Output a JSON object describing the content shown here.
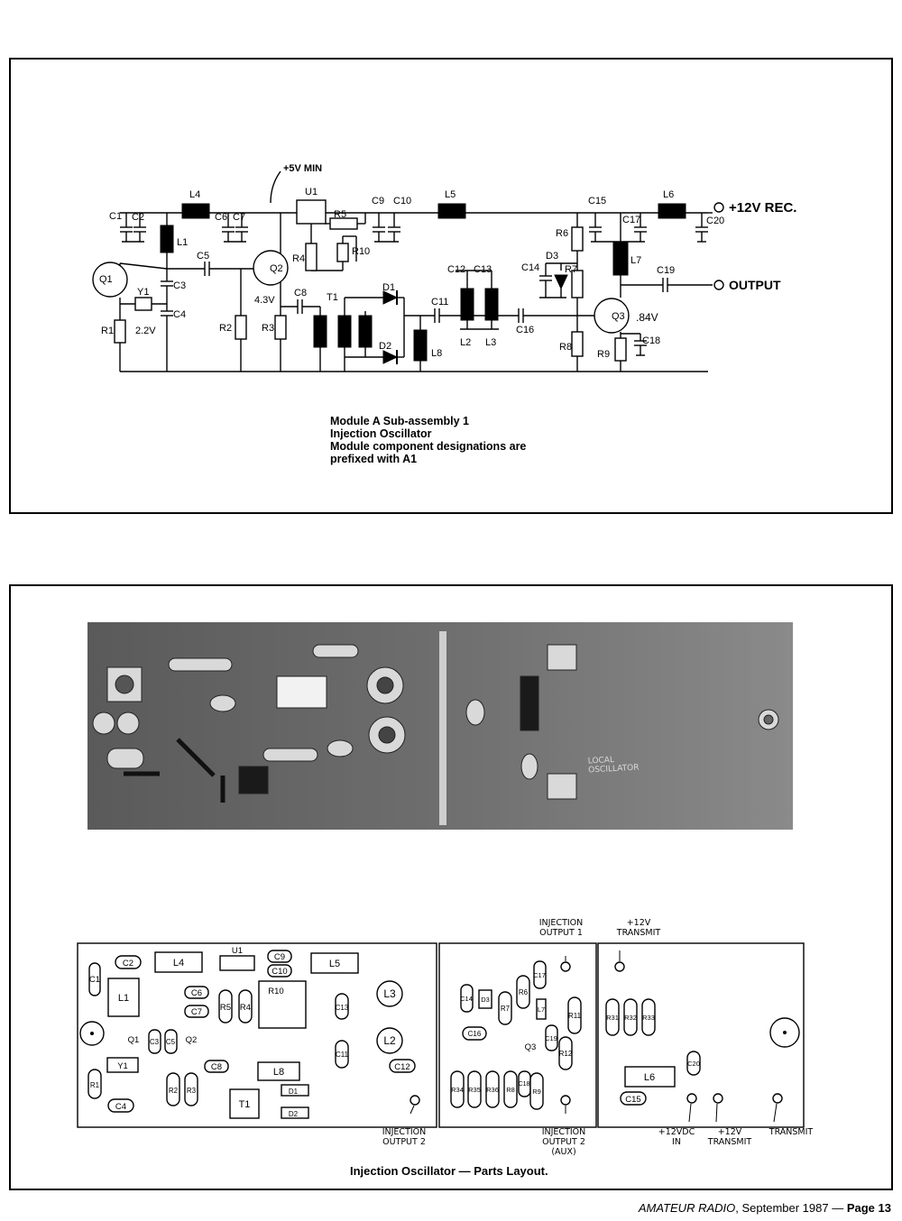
{
  "schematic": {
    "supply_note": "+5V MIN",
    "rec_label": "+12V REC.",
    "output_label": "OUTPUT",
    "voltage_q1": "2.2V",
    "voltage_q2": "4.3V",
    "voltage_q3": ".84V",
    "components": {
      "q1": "Q1",
      "q2": "Q2",
      "q3": "Q3",
      "u1": "U1",
      "y1": "Y1",
      "t1": "T1",
      "l1": "L1",
      "l2": "L2",
      "l3": "L3",
      "l4": "L4",
      "l5": "L5",
      "l6": "L6",
      "l7": "L7",
      "l8": "L8",
      "c1": "C1",
      "c2": "C2",
      "c3": "C3",
      "c4": "C4",
      "c5": "C5",
      "c6": "C6",
      "c7": "C7",
      "c8": "C8",
      "c9": "C9",
      "c10": "C10",
      "c11": "C11",
      "c12": "C12",
      "c13": "C13",
      "c14": "C14",
      "c15": "C15",
      "c16": "C16",
      "c17": "C17",
      "c18": "C18",
      "c19": "C19",
      "c20": "C20",
      "r1": "R1",
      "r2": "R2",
      "r3": "R3",
      "r4": "R4",
      "r5": "R5",
      "r6": "R6",
      "r7": "R7",
      "r8": "R8",
      "r9": "R9",
      "r10": "R10",
      "d1": "D1",
      "d2": "D2",
      "d3": "D3"
    },
    "caption_lines": [
      "Module A Sub-assembly 1",
      "Injection Oscillator",
      "Module component designations are",
      "prefixed with A1"
    ]
  },
  "photo": {
    "board_text": "LOCAL\nOSCILLATOR"
  },
  "layout": {
    "labels": {
      "inj_out1": "INJECTION\nOUTPUT 1",
      "v12_transmit_top": "+12V\nTRANSMIT",
      "inj_out2": "INJECTION\nOUTPUT 2",
      "inj_out2_aux": "INJECTION\nOUTPUT 2\n(AUX)",
      "v12vdc_in": "+12VDC\nIN",
      "v12_transmit": "+12V\nTRANSMIT",
      "transmit": "TRANSMIT"
    },
    "parts": {
      "c1": "C1",
      "c2": "C2",
      "l4": "L4",
      "u1": "U1",
      "c9": "C9",
      "c10": "C10",
      "l5": "L5",
      "l1": "L1",
      "c6": "C6",
      "c7": "C7",
      "r5": "R5",
      "r4": "R4",
      "r10": "R10",
      "c13": "C13",
      "l3": "L3",
      "l2": "L2",
      "q1": "Q1",
      "c3": "C3",
      "c5": "C5",
      "q2": "Q2",
      "c11": "C11",
      "y1": "Y1",
      "c8": "C8",
      "l8": "L8",
      "c12": "C12",
      "r1": "R1",
      "r2": "R2",
      "r3": "R3",
      "t1": "T1",
      "d1": "D1",
      "d2": "D2",
      "c4": "C4",
      "c14": "C14",
      "d3": "D3",
      "r7": "R7",
      "r6": "R6",
      "c17": "C17",
      "l7": "L7",
      "r11": "R11",
      "c16": "C16",
      "c19": "C19",
      "q3": "Q3",
      "r12": "R12",
      "r34": "R34",
      "r35": "R35",
      "r36": "R36",
      "r8": "R8",
      "c18": "C18",
      "r9": "R9",
      "r31": "R31",
      "r32": "R32",
      "r33": "R33",
      "c20": "C20",
      "l6": "L6",
      "c15": "C15"
    },
    "caption": "Injection Oscillator — Parts Layout."
  },
  "footer": {
    "magazine": "AMATEUR RADIO",
    "issue": ", September 1987 —",
    "page": "Page 13"
  }
}
